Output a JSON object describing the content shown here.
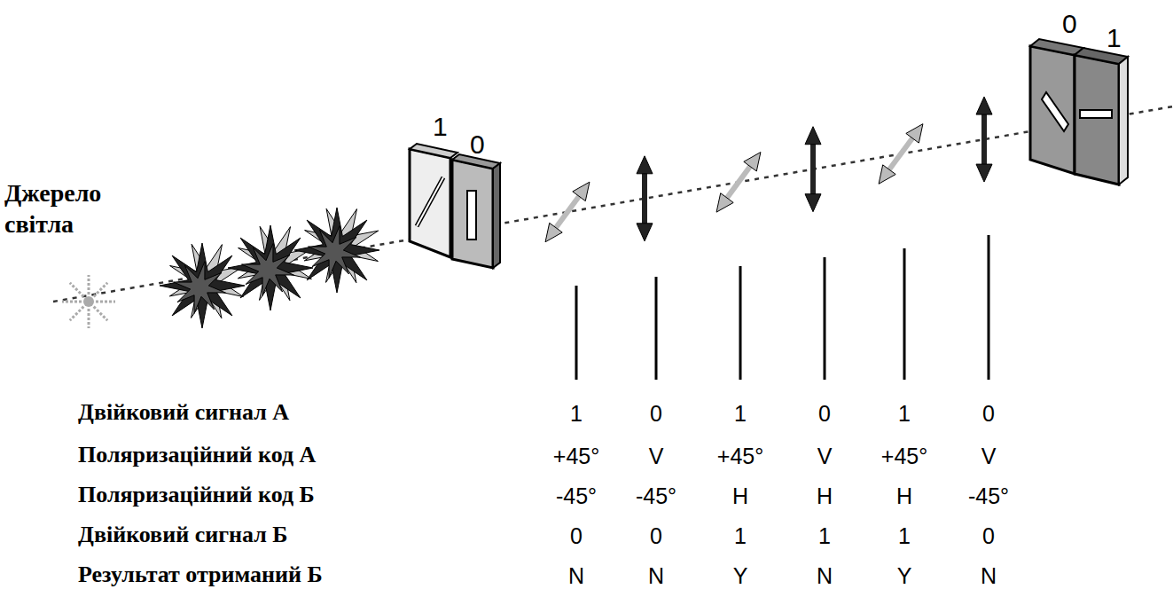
{
  "diagram": {
    "labels": [
      "Джерело світла",
      "1",
      "0",
      "0",
      "1",
      "Двійковий сигнал А",
      "1",
      "0",
      "1",
      "0",
      "1",
      "0",
      "Поляризаційний код А",
      "+45°",
      "V",
      "+45°",
      "V",
      "+45°",
      "V",
      "Поляризаційний код Б",
      "-45°",
      "-45°",
      "H",
      "H",
      "H",
      "-45°",
      "Двійковий сигнал Б",
      "0",
      "0",
      "1",
      "1",
      "1",
      "0",
      "Результат отриманий Б",
      "N",
      "N",
      "Y",
      "N",
      "Y",
      "N"
    ]
  }
}
